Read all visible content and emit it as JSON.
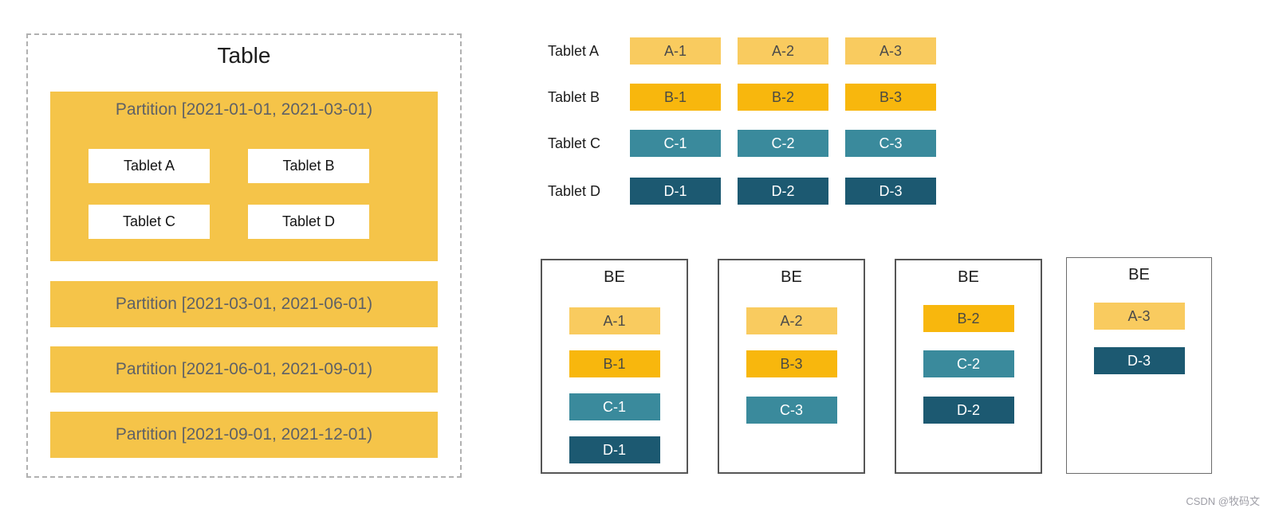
{
  "palette": {
    "light_amber": "#F9CB5F",
    "gold": "#F8B70D",
    "teal": "#3A8A9C",
    "dark_teal": "#1C5971",
    "partition_yellow": "#F5C449"
  },
  "left_panel": {
    "title": "Table",
    "main_partition": {
      "label": "Partition [2021-01-01, 2021-03-01)",
      "tablets": [
        "Tablet A",
        "Tablet B",
        "Tablet C",
        "Tablet D"
      ]
    },
    "other_partitions": [
      "Partition [2021-03-01, 2021-06-01)",
      "Partition [2021-06-01, 2021-09-01)",
      "Partition [2021-09-01, 2021-12-01)"
    ]
  },
  "replica_grid": {
    "rows": [
      {
        "label": "Tablet A",
        "replicas": [
          "A-1",
          "A-2",
          "A-3"
        ]
      },
      {
        "label": "Tablet B",
        "replicas": [
          "B-1",
          "B-2",
          "B-3"
        ]
      },
      {
        "label": "Tablet C",
        "replicas": [
          "C-1",
          "C-2",
          "C-3"
        ]
      },
      {
        "label": "Tablet D",
        "replicas": [
          "D-1",
          "D-2",
          "D-3"
        ]
      }
    ]
  },
  "be_nodes": [
    {
      "title": "BE",
      "replicas": [
        "A-1",
        "B-1",
        "C-1",
        "D-1"
      ]
    },
    {
      "title": "BE",
      "replicas": [
        "A-2",
        "B-3",
        "C-3"
      ]
    },
    {
      "title": "BE",
      "replicas": [
        "B-2",
        "C-2",
        "D-2"
      ]
    },
    {
      "title": "BE",
      "replicas": [
        "A-3",
        "D-3"
      ]
    }
  ],
  "watermark": "CSDN @牧码文"
}
